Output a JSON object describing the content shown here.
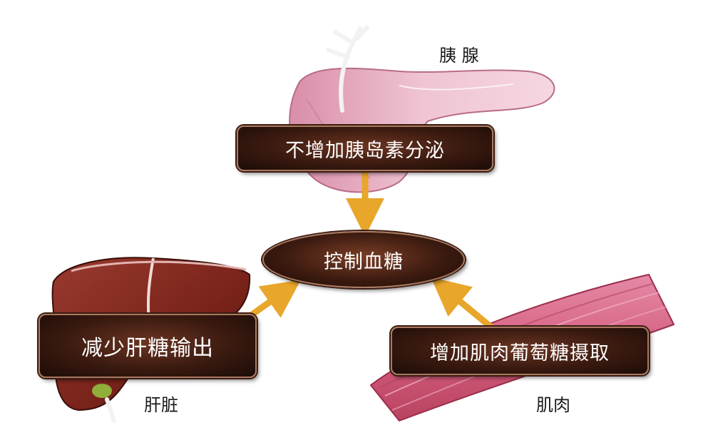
{
  "labels": {
    "pancreas": "胰 腺",
    "liver": "肝脏",
    "muscle": "肌肉"
  },
  "boxes": {
    "insulin": "不增加胰岛素分泌",
    "center": "控制血糖",
    "liver_output": "减少肝糖输出",
    "muscle_uptake": "增加肌肉葡萄糖摄取"
  },
  "colors": {
    "arrow": "#e8a62a",
    "box_dark": "#3a1a10",
    "pancreas": "#e9b7c9",
    "liver": "#7e2a22",
    "muscle": "#d96a8e"
  }
}
